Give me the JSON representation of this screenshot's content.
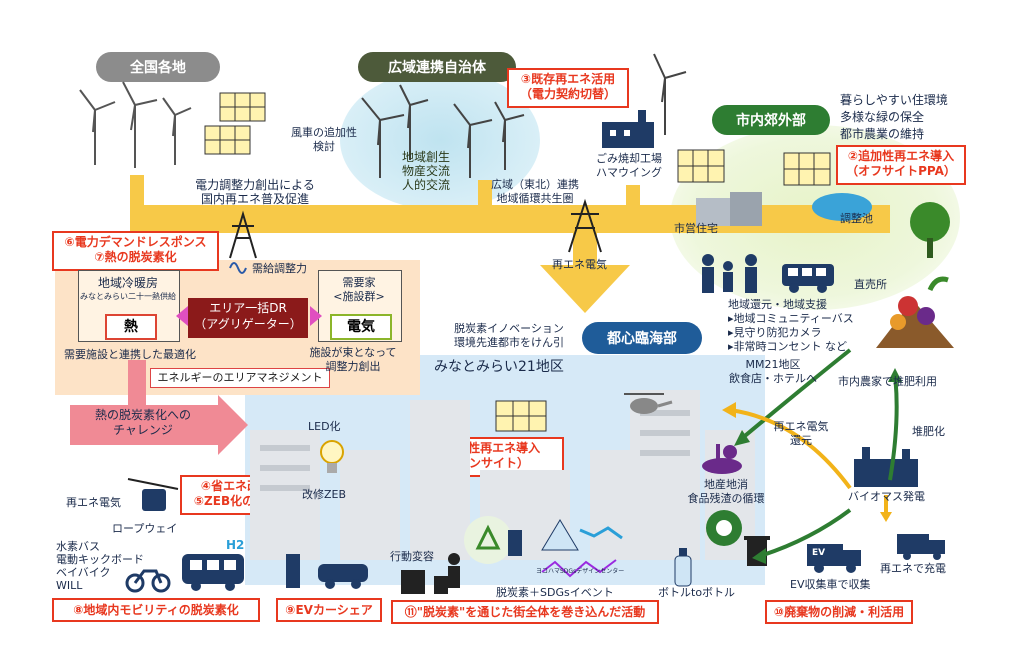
{
  "regions": {
    "nationwide": "全国各地",
    "wide_area": "広域連携自治体",
    "suburbs": "市内郊外部",
    "downtown": "都心臨海部"
  },
  "boxes": {
    "b1": [
      "①追加性再エネ導入",
      "（オンサイト）"
    ],
    "b2": [
      "②追加性再エネ導入",
      "（オフサイトPPA）"
    ],
    "b3": [
      "③既存再エネ活用",
      "（電力契約切替）"
    ],
    "b4": [
      "④省エネ改修",
      "⑤ZEB化の推進"
    ],
    "b6": [
      "⑥電力デマンドレスポンス",
      "⑦熱の脱炭素化"
    ],
    "b8": "⑧地域内モビリティの脱炭素化",
    "b9": "⑨EVカーシェア",
    "b10": "⑩廃棄物の削減・利活用",
    "b11": "⑪\"脱炭素\"を通じた街全体を巻き込んだ活動"
  },
  "labels": {
    "wind_add": [
      "風車の追加性",
      "検討"
    ],
    "regional": [
      "地域創生",
      "物産交流",
      "人的交流"
    ],
    "wide_north": [
      "広域（東北）連携",
      "地域循環共生圏"
    ],
    "incinerator": [
      "ごみ焼却工場",
      "ハマウイング"
    ],
    "suburb_goals": [
      "暮らしやすい住環境",
      "多様な緑の保全",
      "都市農業の維持"
    ],
    "pond": "調整池",
    "housing": "市営住宅",
    "direct_sale": "直売所",
    "community": [
      "地域還元・地域支援",
      "▸地域コミュニティーバス",
      "▸見守り防犯カメラ",
      "▸非常時コンセント など"
    ],
    "mm21": [
      "MM21地区",
      "飲食店・ホテルへ"
    ],
    "farm": "市内農家で堆肥利用",
    "compost": "堆肥化",
    "re_return": [
      "再エネ電気",
      "還元"
    ],
    "biomass": "バイオマス発電",
    "ev_collect": "EV収集車で収集",
    "re_charge": "再エネで充電",
    "local_food": [
      "地産地消",
      "食品残渣の循環"
    ],
    "bottle": "ボトルtoボトル",
    "sdgs": "脱炭素＋SDGsイベント",
    "sdgs_small": "ヨコハマSDGsデザインセンター",
    "behavior": "行動変容",
    "led": "LED化",
    "zeb": "改修ZEB",
    "minato": "みなとみらい21地区",
    "innovation": [
      "脱炭素イノベーション",
      "環境先進都市をけん引"
    ],
    "re_power": "再エネ電気",
    "supply_adj": "需給調整力",
    "power_adj": [
      "電力調整力創出による",
      "国内再エネ普及促進"
    ],
    "dh_title": "地域冷暖房",
    "dh_sub": "みなとみらい二十一熱供給",
    "heat": "熱",
    "area_dr": [
      "エリア一括DR",
      "（アグリゲーター）"
    ],
    "demand": [
      "需要家",
      "<施設群>"
    ],
    "elec": "電気",
    "demand_opt": "需要施設と連携した最適化",
    "facility": [
      "施設が束となって",
      "調整力創出"
    ],
    "energy_mgmt": "エネルギーのエリアマネジメント",
    "heat_challenge": [
      "熱の脱炭素化への",
      "チャレンジ"
    ],
    "re_elec_rope": "再エネ電気",
    "ropeway": "ロープウェイ",
    "mobility": [
      "水素バス",
      "電動キックボード",
      "ベイバイク",
      "WILL"
    ],
    "h2": "H2",
    "ev": "EV"
  },
  "colors": {
    "red": "#e8381f",
    "green": "#2e7d32",
    "navy": "#1f3b66",
    "gray": "#8c8c8c",
    "olive": "#4d5a3a",
    "yellow": "#f7c948",
    "blue_bg": "#cfe5f5",
    "orange_bg": "#fde3c7",
    "pink": "#f08a95"
  }
}
